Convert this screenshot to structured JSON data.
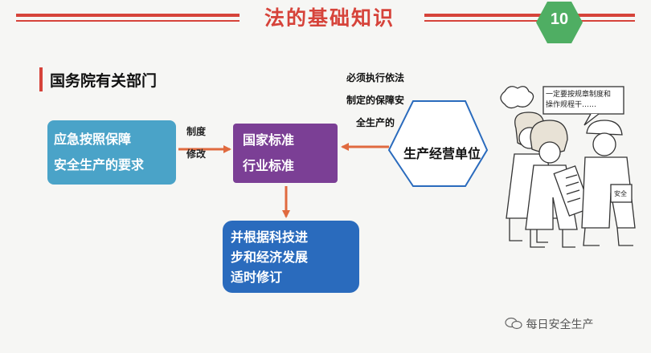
{
  "header": {
    "title": "法的基础知识",
    "page_number": "10"
  },
  "section": {
    "title": "国务院有关部门"
  },
  "diagram": {
    "box_left": {
      "line1": "应急按照保障",
      "line2": "安全生产的要求"
    },
    "arrow_label": {
      "line1": "制度",
      "line2": "修改"
    },
    "box_center": {
      "line1": "国家标准",
      "line2": "行业标准"
    },
    "box_bottom": {
      "line1": "并根据科技进",
      "line2": "步和经济发展",
      "line3": "适时修订"
    },
    "requirement": {
      "line1": "必须执行依法",
      "line2": "制定的保障安",
      "line3": "全生产的"
    },
    "hexagon_label": "生产经营单位"
  },
  "illustration": {
    "speech": {
      "line1": "一定要按规章制度和",
      "line2": "操作规程干……"
    },
    "book_label": "安全"
  },
  "watermark": {
    "text": "每日安全生产",
    "icon": "wechat-icon"
  },
  "colors": {
    "accent_red": "#d6433a",
    "teal_box": "#4aa3c8",
    "purple_box": "#7b3f95",
    "blue_box": "#2a6bbd",
    "badge_green": "#4fae63",
    "arrow_orange": "#e06a3f"
  }
}
